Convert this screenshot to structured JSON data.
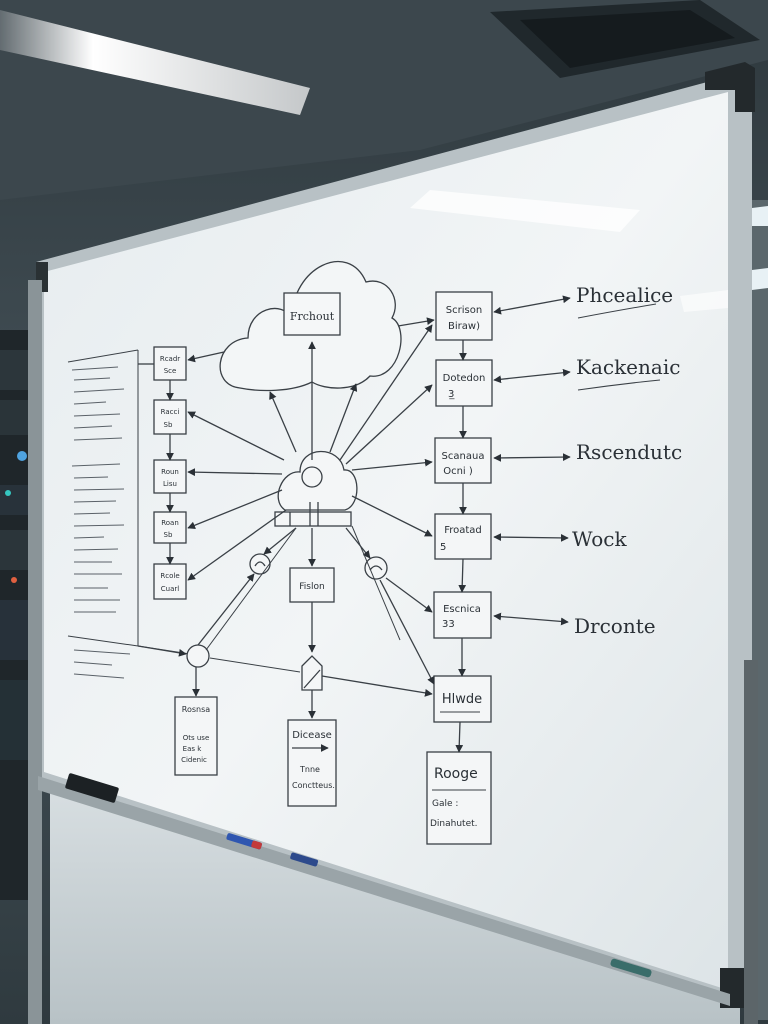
{
  "diagram": {
    "cloud_label": "Frchout",
    "right_boxes": [
      {
        "line1": "Scrison",
        "line2": "Biraw)"
      },
      {
        "line1": "Dotedon",
        "line2": "3̲"
      },
      {
        "line1": "Scanaua",
        "line2": "Ocni )"
      },
      {
        "line1": "Froatad",
        "line2": "5"
      },
      {
        "line1": "Escnica",
        "line2": "33"
      }
    ],
    "right_labels": [
      "Phcealice",
      "Kackenaic",
      "Rscendutc",
      "Wock",
      "Drconte"
    ],
    "left_boxes": [
      {
        "line1": "Rcadr",
        "line2": "Sce"
      },
      {
        "line1": "Racci",
        "line2": "Sb"
      },
      {
        "line1": "Roun",
        "line2": "Lisu"
      },
      {
        "line1": "Roan",
        "line2": "Sb"
      },
      {
        "line1": "Rcole",
        "line2": "Cuarl"
      }
    ],
    "center_box": "Fislon",
    "hub_box": "Hlwde",
    "bottom_left": {
      "title": "Rosnsa",
      "lines": [
        "Ots use",
        "Eas k",
        "Cidenic"
      ]
    },
    "bottom_mid": {
      "title": "Dicease",
      "lines": [
        "Tnne",
        "Conctteus."
      ]
    },
    "bottom_right": {
      "title": "Rooge",
      "lines": [
        "Gale :",
        "Dinahutet."
      ]
    }
  }
}
